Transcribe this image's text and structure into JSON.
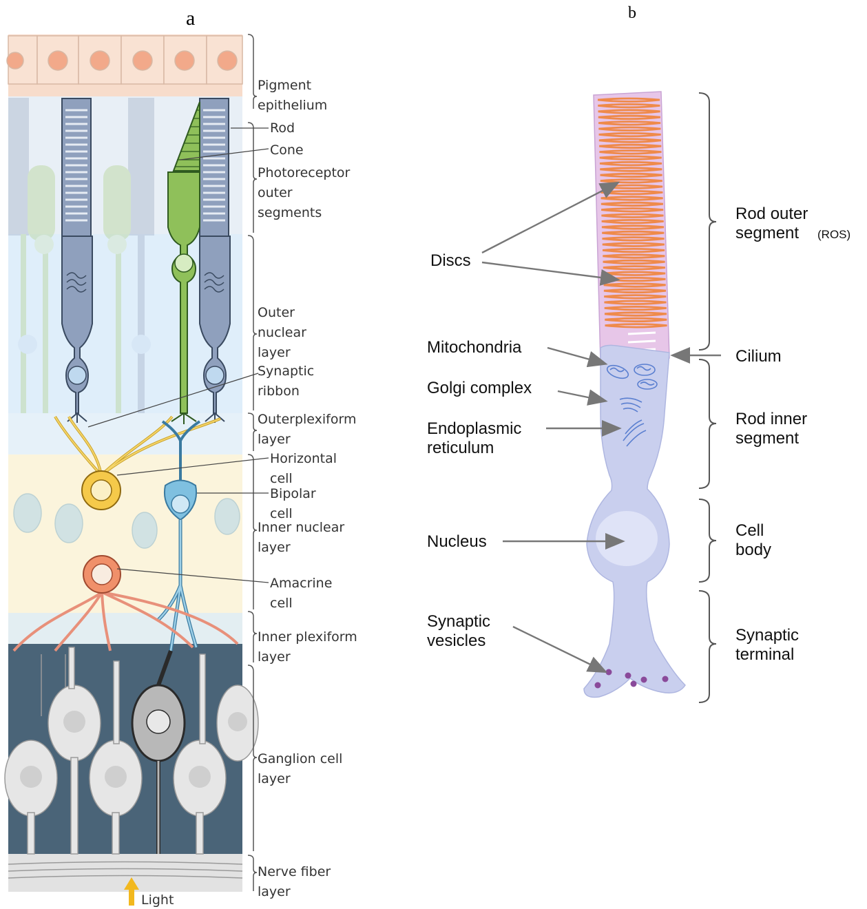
{
  "panels": {
    "a": {
      "letter": "a",
      "layer_labels": [
        [
          "Pigment",
          "epithelium"
        ],
        [
          "Photoreceptor",
          "outer",
          "segments"
        ],
        [
          "Outer",
          "nuclear",
          "layer"
        ],
        [
          "Outerplexiform",
          "layer"
        ],
        [
          "Inner nuclear",
          "layer"
        ],
        [
          "Inner plexiform",
          "layer"
        ],
        [
          "Ganglion cell",
          "layer"
        ],
        [
          "Nerve fiber",
          "layer"
        ]
      ],
      "cell_labels": {
        "rod": "Rod",
        "cone": "Cone",
        "synaptic_ribbon": [
          "Synaptic",
          "ribbon"
        ],
        "horizontal_cell": [
          "Horizontal",
          "cell"
        ],
        "bipolar_cell": [
          "Bipolar",
          "cell"
        ],
        "amacrine_cell": [
          "Amacrine",
          "cell"
        ]
      },
      "light_label": "Light",
      "colors": {
        "pigment": "#f7dccb",
        "rod": "#8fa0bd",
        "cone": "#8fc05a",
        "horizontal": "#f5c94a",
        "bipolar": "#7fc0e0",
        "amacrine": "#f0906a",
        "ganglion_bg": "#4a6478"
      }
    },
    "b": {
      "letter": "b",
      "left_labels": {
        "discs": "Discs",
        "mitochondria": "Mitochondria",
        "golgi": "Golgi complex",
        "er": [
          "Endoplasmic",
          "reticulum"
        ],
        "nucleus": "Nucleus",
        "vesicles": [
          "Synaptic",
          "vesicles"
        ]
      },
      "right_labels": {
        "ros": [
          "Rod outer",
          "segment"
        ],
        "ros_abbr": "(ROS)",
        "cilium": "Cilium",
        "ris": [
          "Rod inner",
          "segment"
        ],
        "cell_body": [
          "Cell",
          "body"
        ],
        "terminal": [
          "Synaptic",
          "terminal"
        ]
      },
      "colors": {
        "disc": "#ef8a4a",
        "cell": "#c9cfee",
        "vesicle": "#8a4a9a",
        "organelle": "#5a7fd0"
      }
    }
  }
}
